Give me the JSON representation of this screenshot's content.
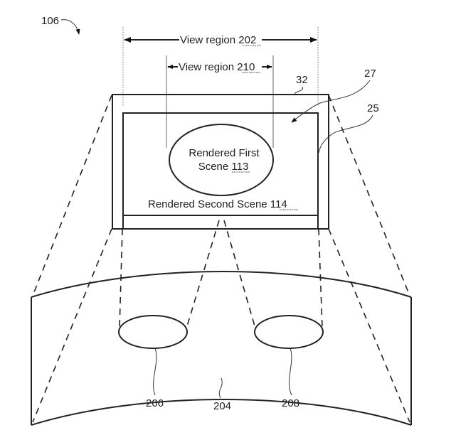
{
  "figure": {
    "reference": "106",
    "labels": {
      "view_region_outer": {
        "text": "View region ",
        "number": "202"
      },
      "view_region_inner": {
        "text": "View region ",
        "number": "210"
      },
      "frame_outer": "32",
      "display_area": "27",
      "frame_inner": "25",
      "first_scene_line1": "Rendered First",
      "first_scene_line2": "Scene ",
      "first_scene_number": "113",
      "second_scene_text": "Rendered Second Scene ",
      "second_scene_number": "114",
      "lens_left": "206",
      "lens_right": "208",
      "headset_surface": "204"
    }
  }
}
